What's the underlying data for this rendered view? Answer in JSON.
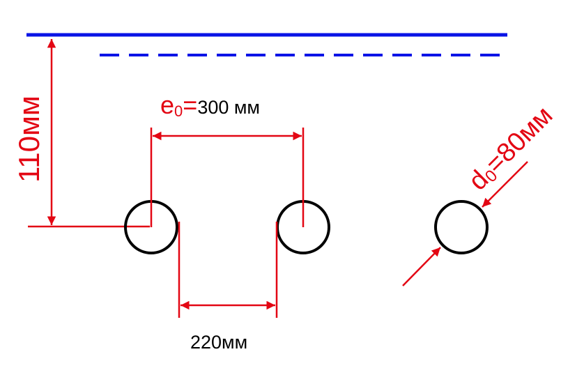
{
  "colors": {
    "dimension": "#e30613",
    "water_level": "#0a14e6",
    "outline": "#000000"
  },
  "labels": {
    "height": "110мм",
    "spacing_symbol": "e",
    "spacing_subscript": "0",
    "spacing_equals": "=",
    "spacing_value": "300 мм",
    "gap_value": "220мм",
    "diameter_symbol": "d",
    "diameter_subscript": "0",
    "diameter_value": "=80мм"
  }
}
